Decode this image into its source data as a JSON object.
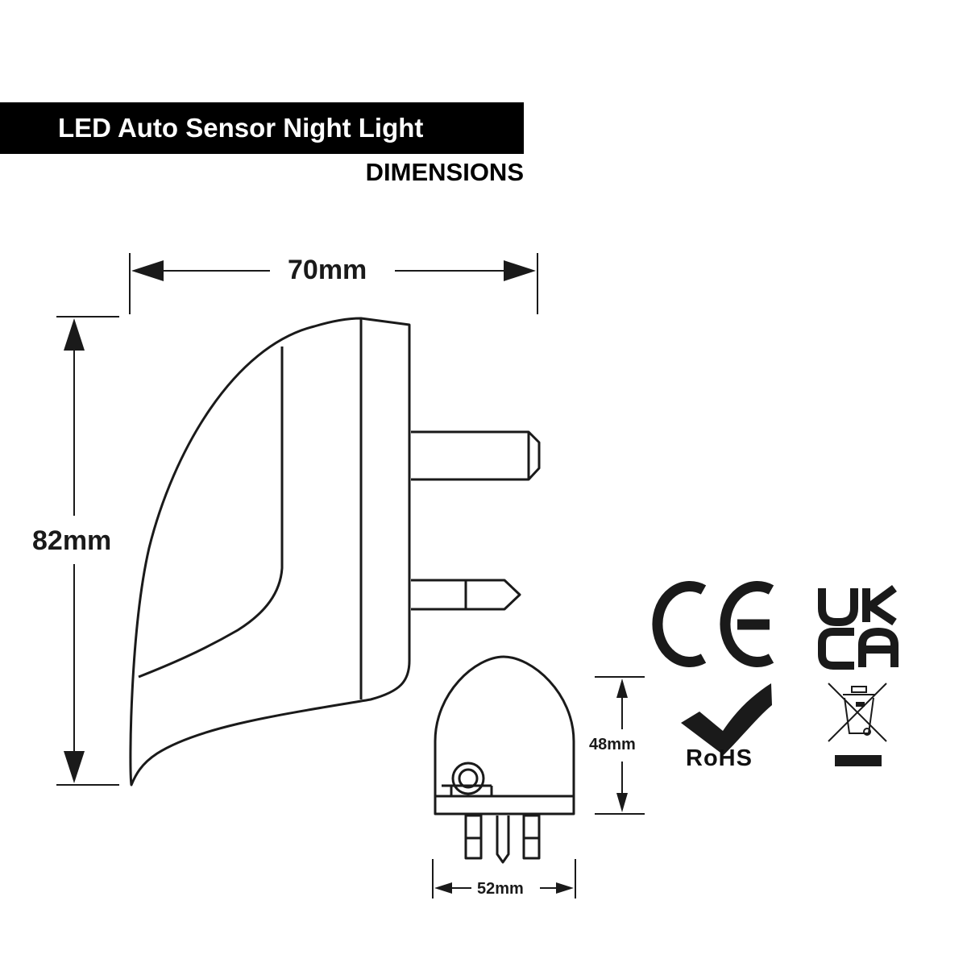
{
  "header": {
    "title": "LED Auto Sensor Night Light",
    "subtitle": "DIMENSIONS"
  },
  "dimensions": {
    "width": "70mm",
    "height": "82mm",
    "front_height": "48mm",
    "front_width": "52mm"
  },
  "certifications": {
    "ce": "CE",
    "ukca_line1": "UK",
    "ukca_line2": "CA",
    "rohs": "RoHS",
    "weee_icon": "crossed-bin-icon"
  },
  "colors": {
    "title_bar": "#000000",
    "line": "#1a1a1a"
  }
}
